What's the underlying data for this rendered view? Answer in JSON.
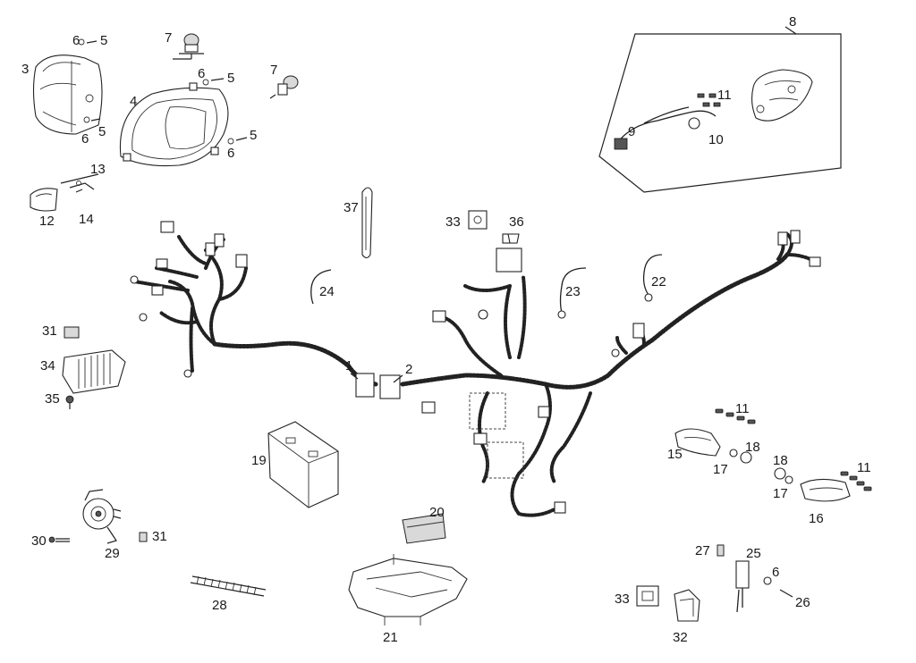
{
  "labels": {
    "p1": "1",
    "p2": "2",
    "p3": "3",
    "p4": "4",
    "p5a": "5",
    "p5b": "5",
    "p5c": "5",
    "p5d": "5",
    "p6a": "6",
    "p6b": "6",
    "p6c": "6",
    "p6d": "6",
    "p6e": "6",
    "p7a": "7",
    "p7b": "7",
    "p8": "8",
    "p9": "9",
    "p10": "10",
    "p11a": "11",
    "p11b": "11",
    "p11c": "11",
    "p12": "12",
    "p13": "13",
    "p14": "14",
    "p15": "15",
    "p16": "16",
    "p17a": "17",
    "p17b": "17",
    "p18a": "18",
    "p18b": "18",
    "p19": "19",
    "p20": "20",
    "p21": "21",
    "p22": "22",
    "p23": "23",
    "p24": "24",
    "p25": "25",
    "p26": "26",
    "p27": "27",
    "p28": "28",
    "p29": "29",
    "p30": "30",
    "p31a": "31",
    "p31b": "31",
    "p32": "32",
    "p33a": "33",
    "p33b": "33",
    "p34": "34",
    "p35": "35",
    "p36": "36",
    "p37": "37"
  },
  "colors": {
    "line": "#222222",
    "background": "#ffffff"
  }
}
